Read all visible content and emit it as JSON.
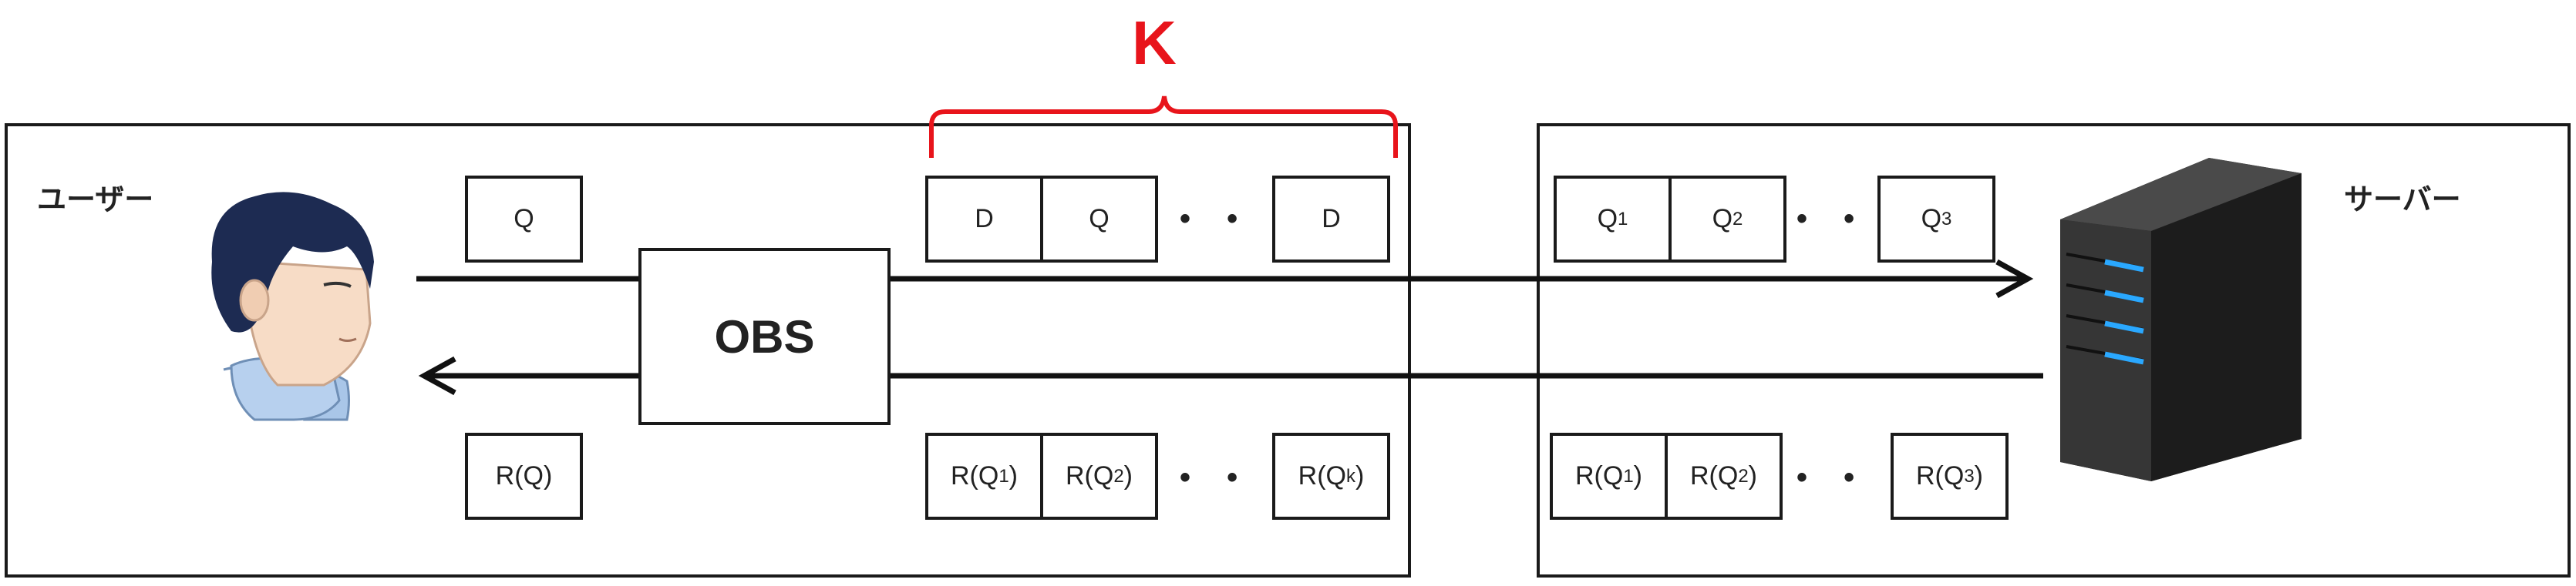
{
  "labels": {
    "user": "ユーザー",
    "server": "サーバー",
    "k": "K",
    "obs": "OBS"
  },
  "left_region": {
    "user_query": "Q",
    "user_response": "R(Q)",
    "outgoing": {
      "first": "D",
      "second": "Q",
      "last": "D"
    },
    "incoming": {
      "first": {
        "base": "R(Q",
        "sub": "1",
        "close": ")"
      },
      "second": {
        "base": "R(Q",
        "sub": "2",
        "close": ")"
      },
      "last": {
        "base": "R(Q",
        "sub": "k",
        "close": ")"
      }
    }
  },
  "right_region": {
    "outgoing": {
      "first": {
        "base": "Q",
        "sub": "1"
      },
      "second": {
        "base": "Q",
        "sub": "2"
      },
      "last": {
        "base": "Q",
        "sub": "3"
      }
    },
    "incoming": {
      "first": {
        "base": "R(Q",
        "sub": "1",
        "close": ")"
      },
      "second": {
        "base": "R(Q",
        "sub": "2",
        "close": ")"
      },
      "last": {
        "base": "R(Q",
        "sub": "3",
        "close": ")"
      }
    }
  },
  "ellipsis": "• • •",
  "colors": {
    "accent_red": "#e8141b",
    "server_led": "#2aa8ff",
    "user_hair": "#1d2b52",
    "user_skin": "#f7dcc6",
    "user_shirt": "#a9c6e8"
  }
}
